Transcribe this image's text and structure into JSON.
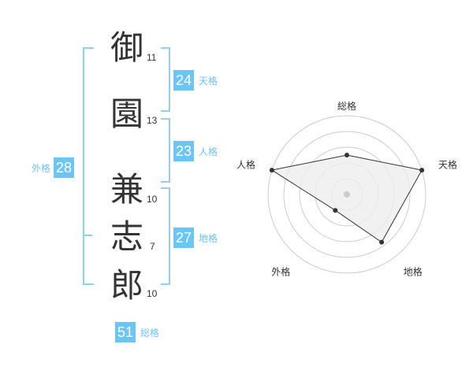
{
  "characters": [
    {
      "char": "御",
      "strokes": "11"
    },
    {
      "char": "園",
      "strokes": "13"
    },
    {
      "char": "兼",
      "strokes": "10"
    },
    {
      "char": "志",
      "strokes": "7"
    },
    {
      "char": "郎",
      "strokes": "10"
    }
  ],
  "scores": {
    "tenkaku": {
      "label": "天格",
      "value": "24"
    },
    "jinkaku": {
      "label": "人格",
      "value": "23"
    },
    "chikaku": {
      "label": "地格",
      "value": "27"
    },
    "gaikaku": {
      "label": "外格",
      "value": "28"
    },
    "soukaku": {
      "label": "総格",
      "value": "51"
    }
  },
  "radar": {
    "axes": [
      "総格",
      "天格",
      "地格",
      "外格",
      "人格"
    ],
    "levels": 5,
    "values": [
      0.5,
      1.0,
      0.75,
      0.25,
      1.0
    ],
    "colors": {
      "fill": "#eeeeee",
      "line": "#333333",
      "grid": "#cccccc",
      "center": "#cccccc"
    }
  },
  "colors": {
    "accent": "#6cc5f5",
    "bracket": "#8fd0f6",
    "text": "#333333"
  }
}
